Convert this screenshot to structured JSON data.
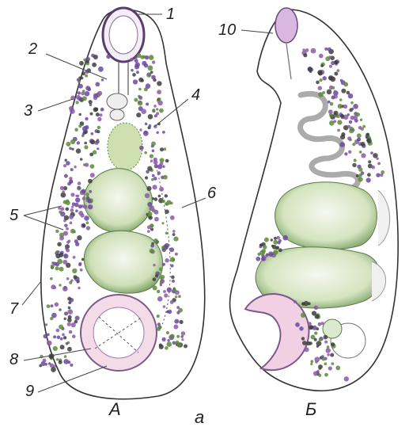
{
  "figure": {
    "panel_a_label": "A",
    "panel_b_label": "Б",
    "bottom_label": "а",
    "callouts": [
      "1",
      "2",
      "3",
      "4",
      "5",
      "6",
      "7",
      "8",
      "9",
      "10"
    ]
  },
  "colors": {
    "outline": "#333333",
    "granules_purple": "#6b4a9e",
    "granules_green": "#5d8a3a",
    "organ_fill": "#e4ecd8",
    "sucker_pink": "#d98fb3"
  }
}
